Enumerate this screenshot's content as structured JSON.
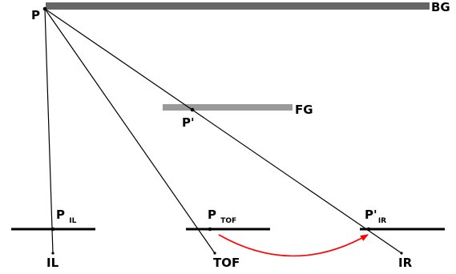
{
  "labels": {
    "bg": "BG",
    "fg": "FG",
    "p": "P",
    "p_prime": "P'",
    "il": "IL",
    "tof": "TOF",
    "ir": "IR",
    "p_il_main": "P",
    "p_il_sub": "IL",
    "p_tof_main": "P",
    "p_tof_sub": "TOF",
    "p_ir_main": "P'",
    "p_ir_sub": "IR"
  },
  "colors": {
    "background_plane": "#666666",
    "foreground_plane": "#999999",
    "ray": "#000000",
    "image_plane": "#000000",
    "mapping_arrow": "#ff0000"
  }
}
